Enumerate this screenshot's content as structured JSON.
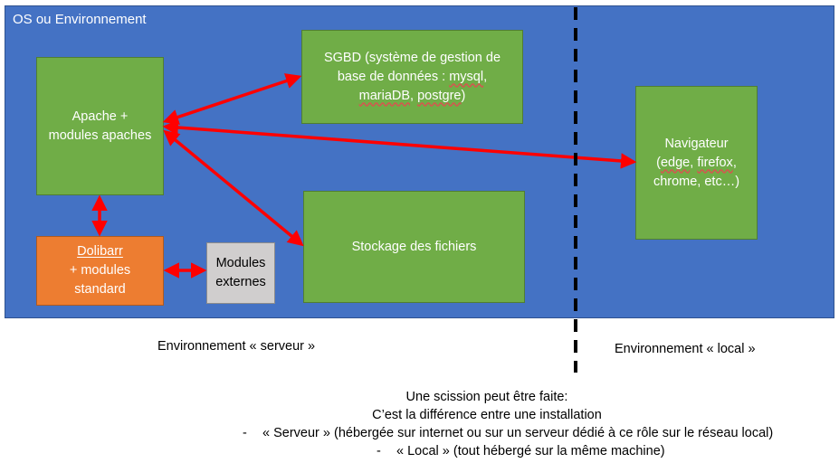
{
  "environment": {
    "title": "OS ou Environnement"
  },
  "boxes": {
    "apache": {
      "line1": "Apache +",
      "line2": "modules apaches"
    },
    "sgbd": {
      "line1": "SGBD (système de gestion de",
      "line2_a": "base de données : ",
      "line2_b": "mysql",
      "line2_c": ",",
      "line3_a": "mariaDB",
      "line3_b": ", ",
      "line3_c": "postgre",
      "line3_d": ")"
    },
    "navigateur": {
      "line1": "Navigateur",
      "line2_a": "(",
      "line2_b": "edge",
      "line2_c": ", ",
      "line2_d": "firefox",
      "line2_e": ",",
      "line3": "chrome, etc…)"
    },
    "stockage": {
      "label": "Stockage des fichiers"
    },
    "dolibarr": {
      "line1": "Dolibarr",
      "line2": "+ modules",
      "line3": "standard"
    },
    "modules_externes": {
      "line1": "Modules",
      "line2": "externes"
    }
  },
  "captions": {
    "serveur": "Environnement « serveur »",
    "local": "Environnement « local »"
  },
  "note": {
    "line1": "Une scission peut être faite:",
    "line2": "C’est la différence entre une installation",
    "bullet_dash": "-",
    "bullet1": "« Serveur » (hébergée sur internet ou sur un serveur dédié à ce rôle sur le réseau local)",
    "bullet2": "« Local » (tout hébergé sur la même machine)"
  },
  "colors": {
    "environment": "#4472c4",
    "box_green": "#70ad47",
    "box_orange": "#ed7d31",
    "box_grey": "#d0cece",
    "arrow": "#ff0000",
    "divider": "#000000"
  }
}
